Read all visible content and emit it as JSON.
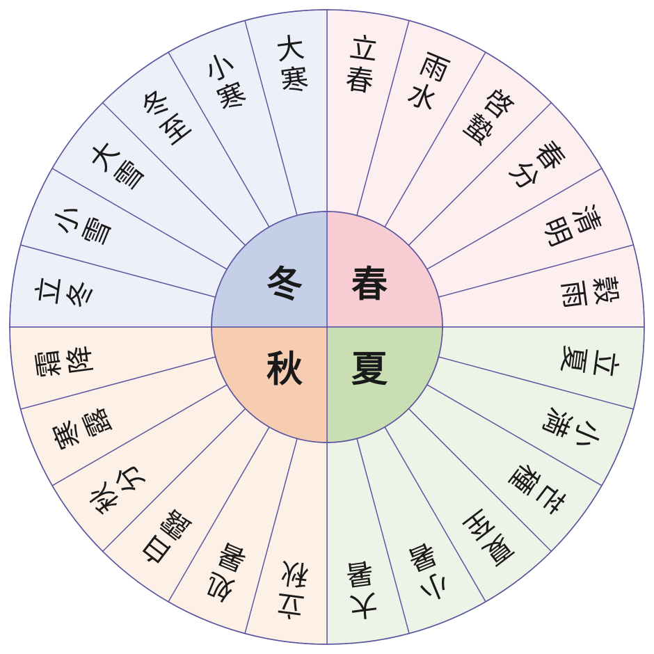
{
  "colors": {
    "line": "#5a55a0",
    "seasons": {
      "spring": "#f7ccd3",
      "summer": "#c9deb3",
      "autumn": "#f6cdb0",
      "winter": "#c5cfe8"
    },
    "terms": {
      "spring": "#fdeef0",
      "summer": "#eef3e7",
      "autumn": "#fdf0e6",
      "winter": "#edf0f8"
    }
  },
  "seasons": [
    {
      "key": "spring",
      "label": "春"
    },
    {
      "key": "summer",
      "label": "夏"
    },
    {
      "key": "autumn",
      "label": "秋"
    },
    {
      "key": "winter",
      "label": "冬"
    }
  ],
  "terms": [
    {
      "label": "立春",
      "season": "spring"
    },
    {
      "label": "雨水",
      "season": "spring"
    },
    {
      "label": "啓蟄",
      "season": "spring"
    },
    {
      "label": "春分",
      "season": "spring"
    },
    {
      "label": "清明",
      "season": "spring"
    },
    {
      "label": "穀雨",
      "season": "spring"
    },
    {
      "label": "立夏",
      "season": "summer"
    },
    {
      "label": "小満",
      "season": "summer"
    },
    {
      "label": "芒種",
      "season": "summer"
    },
    {
      "label": "夏至",
      "season": "summer"
    },
    {
      "label": "小暑",
      "season": "summer"
    },
    {
      "label": "大暑",
      "season": "summer"
    },
    {
      "label": "立秋",
      "season": "autumn"
    },
    {
      "label": "処暑",
      "season": "autumn"
    },
    {
      "label": "白露",
      "season": "autumn"
    },
    {
      "label": "秋分",
      "season": "autumn"
    },
    {
      "label": "寒露",
      "season": "autumn"
    },
    {
      "label": "霜降",
      "season": "autumn"
    },
    {
      "label": "立冬",
      "season": "winter"
    },
    {
      "label": "小雪",
      "season": "winter"
    },
    {
      "label": "大雪",
      "season": "winter"
    },
    {
      "label": "冬至",
      "season": "winter"
    },
    {
      "label": "小寒",
      "season": "winter"
    },
    {
      "label": "大寒",
      "season": "winter"
    }
  ]
}
